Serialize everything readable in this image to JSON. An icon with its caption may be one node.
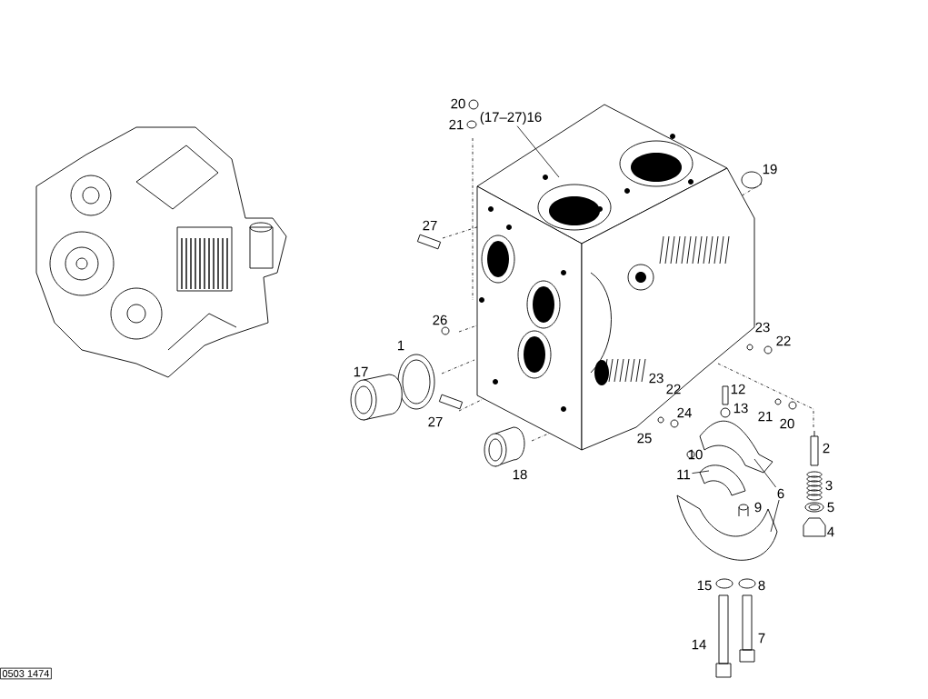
{
  "diagram": {
    "nodes": [
      {
        "text": [
          "(17–27)16"
        ]
      },
      {
        "text": [
          "11"
        ]
      },
      {
        "text": [
          "6"
        ]
      },
      {
        "text": [],
        "shape": "picture"
      },
      {
        "text": [],
        "shape": "picture"
      },
      {
        "text": [],
        "shape": "picture"
      },
      {
        "text": [],
        "shape": "picture"
      }
    ],
    "edges": [
      {
        "from": 0,
        "to": 3,
        "arrow": "none"
      },
      {
        "from": 1,
        "to": 4,
        "arrow": "none"
      },
      {
        "from": 2,
        "to": 5,
        "arrow": "none"
      },
      {
        "from": 2,
        "to": 6,
        "arrow": "none"
      }
    ],
    "labels": [
      "20",
      "21",
      "19",
      "27",
      "26",
      "1",
      "17",
      "27",
      "18",
      "23",
      "22",
      "23",
      "22",
      "12",
      "13",
      "24",
      "21",
      "20",
      "25",
      "2",
      "10",
      "3",
      "9",
      "5",
      "4",
      "15",
      "8",
      "14",
      "7",
      "0503 1474"
    ]
  }
}
